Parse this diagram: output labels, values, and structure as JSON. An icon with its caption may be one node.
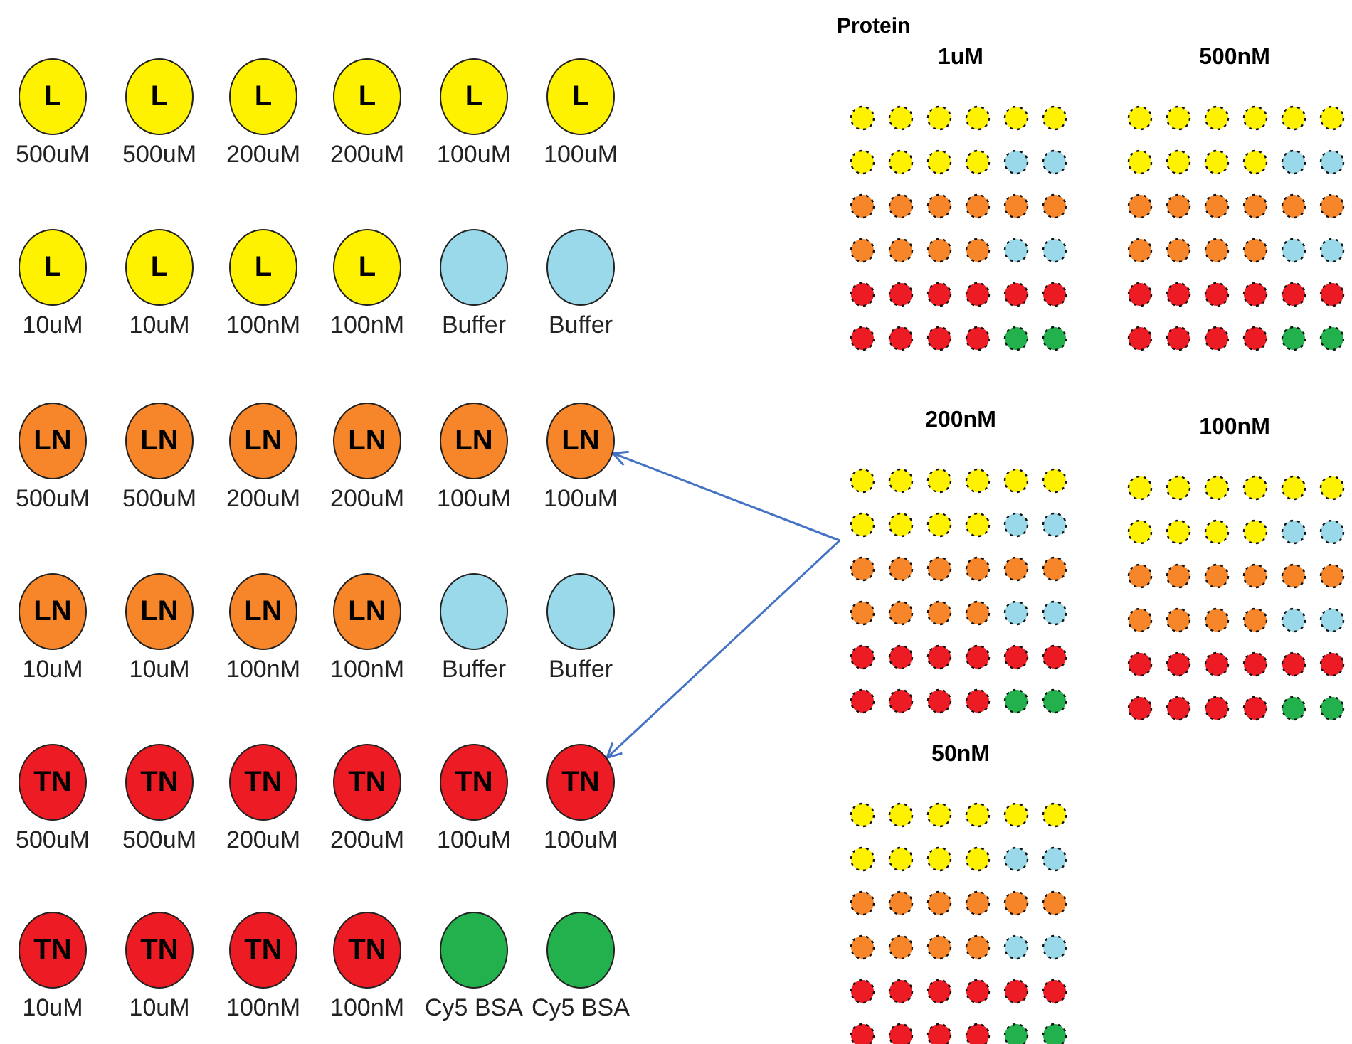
{
  "diagram": {
    "nodes": [
      {
        "text": [
          "L"
        ],
        "beside": [
          "500uM"
        ]
      },
      {
        "text": [
          "L"
        ],
        "beside": [
          "500uM"
        ]
      },
      {
        "text": [
          "L"
        ],
        "beside": [
          "200uM"
        ]
      },
      {
        "text": [
          "L"
        ],
        "beside": [
          "200uM"
        ]
      },
      {
        "text": [
          "L"
        ],
        "beside": [
          "100uM"
        ]
      },
      {
        "text": [
          "L"
        ],
        "beside": [
          "100uM"
        ]
      },
      {
        "text": [
          "L"
        ],
        "beside": [
          "10uM"
        ]
      },
      {
        "text": [
          "L"
        ],
        "beside": [
          "10uM"
        ]
      },
      {
        "text": [
          "L"
        ],
        "beside": [
          "100nM"
        ]
      },
      {
        "text": [
          "L"
        ],
        "beside": [
          "100nM"
        ]
      },
      {
        "text": [],
        "shape": "circle",
        "beside": [
          "Buffer"
        ]
      },
      {
        "text": [],
        "shape": "circle",
        "beside": [
          "Buffer"
        ]
      },
      {
        "text": [
          "LN"
        ],
        "beside": [
          "500uM"
        ]
      },
      {
        "text": [
          "LN"
        ],
        "beside": [
          "500uM"
        ]
      },
      {
        "text": [
          "LN"
        ],
        "beside": [
          "200uM"
        ]
      },
      {
        "text": [
          "LN"
        ],
        "beside": [
          "200uM"
        ]
      },
      {
        "text": [
          "LN"
        ],
        "beside": [
          "100uM"
        ]
      },
      {
        "text": [
          "LN"
        ],
        "beside": [
          "100uM"
        ]
      },
      {
        "text": [
          "LN"
        ],
        "beside": [
          "10uM"
        ]
      },
      {
        "text": [
          "LN"
        ],
        "beside": [
          "10uM"
        ]
      },
      {
        "text": [
          "LN"
        ],
        "beside": [
          "100nM"
        ]
      },
      {
        "text": [
          "LN"
        ],
        "beside": [
          "100nM"
        ]
      },
      {
        "text": [],
        "shape": "circle",
        "beside": [
          "Buffer"
        ]
      },
      {
        "text": [],
        "shape": "circle",
        "beside": [
          "Buffer"
        ]
      },
      {
        "text": [
          "TN"
        ],
        "beside": [
          "500uM"
        ]
      },
      {
        "text": [
          "TN"
        ],
        "beside": [
          "500uM"
        ]
      },
      {
        "text": [
          "TN"
        ],
        "beside": [
          "200uM"
        ]
      },
      {
        "text": [
          "TN"
        ],
        "beside": [
          "200uM"
        ]
      },
      {
        "text": [
          "TN"
        ],
        "beside": [
          "100uM"
        ]
      },
      {
        "text": [
          "TN"
        ],
        "beside": [
          "100uM"
        ]
      },
      {
        "text": [
          "TN"
        ],
        "beside": [
          "10uM"
        ]
      },
      {
        "text": [
          "TN"
        ],
        "beside": [
          "10uM"
        ]
      },
      {
        "text": [
          "TN"
        ],
        "beside": [
          "100nM"
        ]
      },
      {
        "text": [
          "TN"
        ],
        "beside": [
          "100nM"
        ]
      },
      {
        "text": [],
        "shape": "circle",
        "beside": [
          "Cy5 BSA"
        ]
      },
      {
        "text": [],
        "shape": "circle",
        "beside": [
          "Cy5 BSA"
        ]
      },
      {
        "text": [
          "1uM"
        ]
      },
      {
        "text": [
          "500nM"
        ]
      },
      {
        "text": [
          "200nM"
        ]
      },
      {
        "text": [
          "100nM"
        ]
      },
      {
        "text": [
          "50nM"
        ]
      }
    ],
    "edges": [
      {
        "from": 38,
        "to": 17,
        "arrow": "to"
      },
      {
        "from": 38,
        "to": 29,
        "arrow": "to"
      }
    ],
    "labels": [
      "Protein"
    ]
  }
}
